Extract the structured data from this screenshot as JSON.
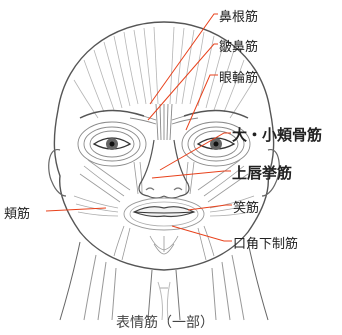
{
  "diagram": {
    "caption": "表情筋（一部）",
    "accent_color": "#e8411b",
    "line_color": "#4a4a4a",
    "labels": {
      "procerus": "鼻根筋",
      "corrugator": "皺鼻筋",
      "orbicularis_oculi": "眼輪筋",
      "zygomaticus": "大・小頬骨筋",
      "levator_labii": "上唇挙筋",
      "risorius": "笑筋",
      "buccinator": "頬筋",
      "depressor_anguli": "口角下制筋"
    }
  }
}
